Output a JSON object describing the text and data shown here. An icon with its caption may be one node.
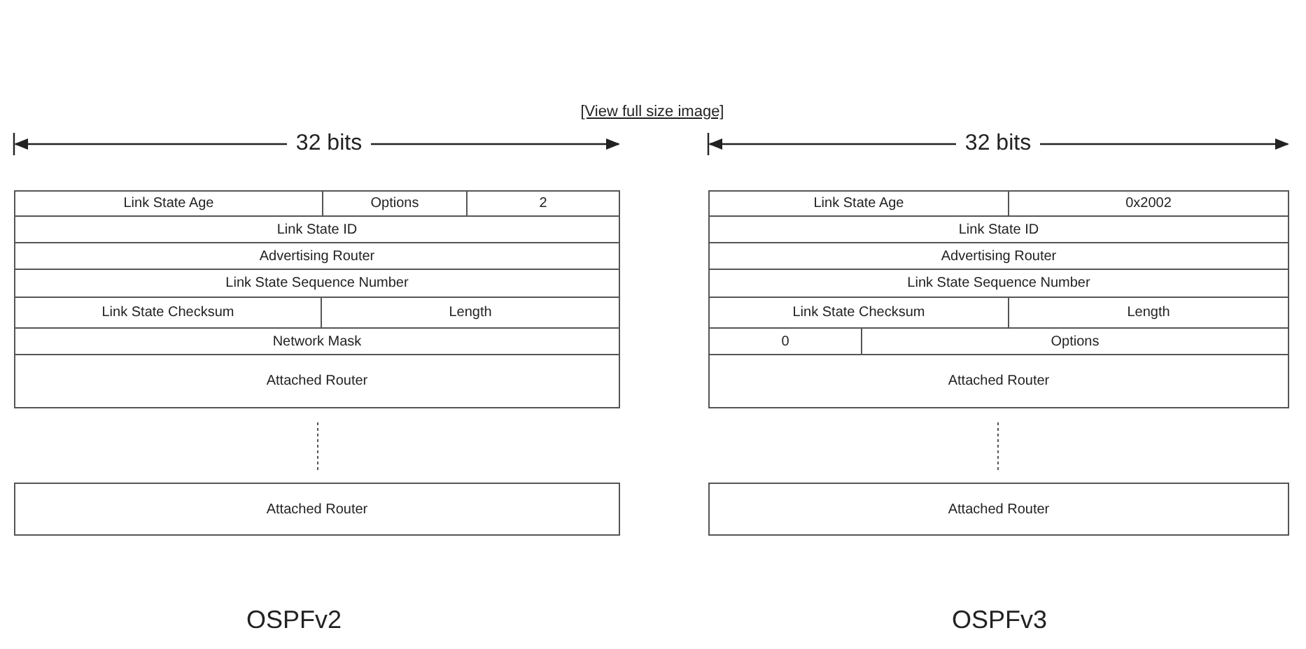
{
  "diagram": {
    "labels": [
      "[View full size image]",
      "32 bits",
      "Link State Age",
      "Options",
      "2",
      "Link State ID",
      "Advertising Router",
      "Link State Sequence Number",
      "Link State Checksum",
      "Length",
      "Network Mask",
      "Attached Router",
      "Attached Router",
      "OSPFv2",
      "32 bits",
      "Link State Age",
      "0x2002",
      "Link State ID",
      "Advertising Router",
      "Link State Sequence Number",
      "Link State Checksum",
      "Length",
      "0",
      "Options",
      "Attached Router",
      "Attached Router",
      "OSPFv3"
    ]
  }
}
